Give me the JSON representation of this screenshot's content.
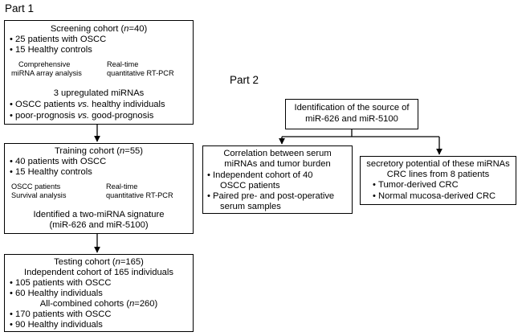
{
  "part1": "Part 1",
  "part2": "Part 2",
  "screening": {
    "title_pre": "Screening cohort (",
    "title_n": "n",
    "title_post": "=40)",
    "items": [
      "25 patients with OSCC",
      "15 Healthy controls"
    ],
    "left_method": [
      "Comprehensive",
      "miRNA array analysis"
    ],
    "right_method": [
      "Real-time",
      "quantitative RT-PCR"
    ],
    "result": "3 upregulated miRNAs",
    "compare1_pre": "OSCC patients ",
    "compare1_vs": "vs.",
    "compare1_post": " healthy individuals",
    "compare2_pre": "poor-prognosis ",
    "compare2_vs": "vs.",
    "compare2_post": " good-prognosis"
  },
  "training": {
    "title_pre": "Training cohort (",
    "title_n": "n",
    "title_post": "=55)",
    "items": [
      "40 patients with OSCC",
      "15 Healthy controls"
    ],
    "left_method": [
      "OSCC patients",
      "Survival analysis"
    ],
    "right_method": [
      "Real-time",
      "quantitative RT-PCR"
    ],
    "result1": "Identified a two-miRNA signature",
    "result2": "(miR-626 and miR-5100)"
  },
  "testing": {
    "title_pre": "Testing cohort (",
    "title_n": "n",
    "title_post": "=165)",
    "subtitle": "Independent cohort of 165 individuals",
    "items1": [
      "105 patients with OSCC",
      "60 Healthy individuals"
    ],
    "combined_pre": "All-combined cohorts (",
    "combined_n": "n",
    "combined_post": "=260)",
    "items2": [
      "170 patients with OSCC",
      "90 Healthy individuals"
    ]
  },
  "source": {
    "line1": "Identification of the source of",
    "line2": "miR-626 and miR-5100"
  },
  "correlation": {
    "title1": "Correlation between serum",
    "title2": "miRNAs and tumor burden",
    "item1a": "Independent cohort of  40",
    "item1b": "OSCC patients",
    "item2a": "Paired pre- and post-operative",
    "item2b": "serum samples"
  },
  "secretory": {
    "title1": "secretory potential of these miRNAs",
    "title2": "CRC lines from 8 patients",
    "items": [
      "Tumor-derived CRC",
      "Normal mucosa-derived CRC"
    ]
  },
  "bullet": "•"
}
